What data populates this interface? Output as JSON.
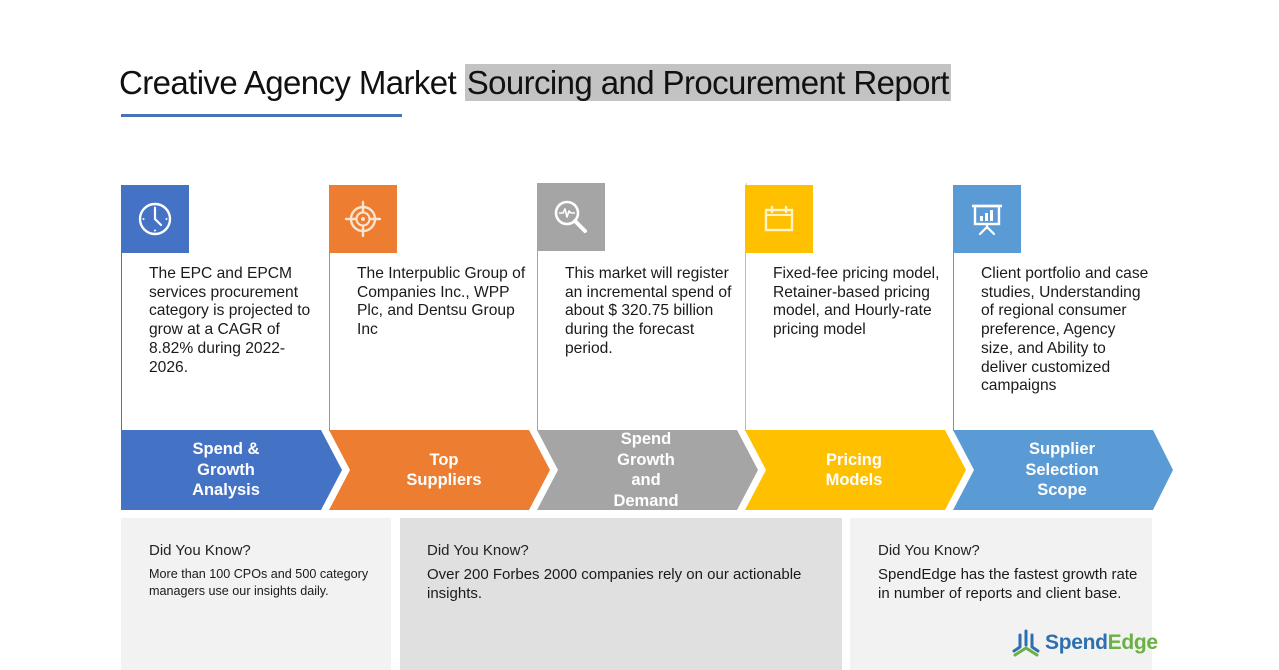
{
  "header": {
    "title_plain": "Creative Agency Market ",
    "title_highlighted": "Sourcing and Procurement Report",
    "underline_color": "#4a72b8",
    "highlight_color": "#c3c3c3"
  },
  "stages": [
    {
      "icon": "clock-icon",
      "color": "#4472c4",
      "body": "The EPC and EPCM services procurement category is projected to grow at a CAGR of 8.82% during 2022-2026.",
      "label_line1": "Spend & Growth",
      "label_line2": "Analysis"
    },
    {
      "icon": "target-icon",
      "color": "#ed7d31",
      "body": "The Interpublic Group of Companies Inc., WPP Plc, and Dentsu Group Inc",
      "label_line1": "Top Suppliers",
      "label_line2": ""
    },
    {
      "icon": "magnifier-pulse-icon",
      "color": "#a5a5a5",
      "body": "This market will register an incremental spend of about $ 320.75 billion during the forecast period.",
      "label_line1": "Spend Growth and",
      "label_line2": "Demand"
    },
    {
      "icon": "calendar-icon",
      "color": "#ffc000",
      "body": "Fixed-fee pricing model, Retainer-based pricing model, and Hourly-rate pricing model",
      "label_line1": "Pricing Models",
      "label_line2": ""
    },
    {
      "icon": "presentation-chart-icon",
      "color": "#5b9bd5",
      "body": "Client portfolio and case studies, Understanding of regional consumer preference, Agency size, and Ability to deliver customized campaigns",
      "label_line1": "Supplier Selection",
      "label_line2": "Scope"
    }
  ],
  "did_you_know": [
    {
      "heading": "Did You Know?",
      "text": "More than 100 CPOs and 500 category managers use our insights daily.",
      "bg": "#f2f2f2"
    },
    {
      "heading": "Did You Know?",
      "text": "Over 200 Forbes 2000 companies rely on our actionable insights.",
      "bg": "#e0e0e0"
    },
    {
      "heading": "Did You Know?",
      "text": "SpendEdge has the fastest growth rate in number of reports and client base.",
      "bg": "#f2f2f2"
    }
  ],
  "logo": {
    "part1": "Spend",
    "part2": "Edge",
    "color1": "#2e6fad",
    "color2": "#6bb042"
  }
}
